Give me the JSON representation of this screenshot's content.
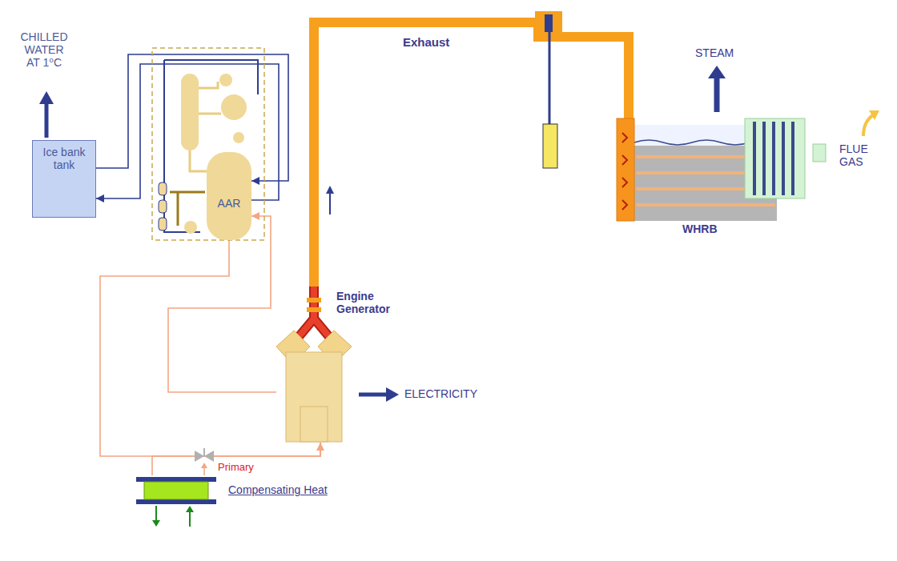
{
  "diagram": {
    "nodes": [
      {
        "text": [
          "Ice bank tank"
        ]
      },
      {
        "text": [
          "AAR"
        ]
      },
      {
        "text": [
          "Engine Generator"
        ]
      },
      {
        "text": [
          "WHRB"
        ]
      },
      {
        "text": [
          "Compensating Heat"
        ]
      }
    ],
    "edges": [
      {
        "from": 0,
        "to": 1,
        "arrow": "to"
      },
      {
        "from": 1,
        "to": 0,
        "arrow": "to"
      },
      {
        "from": 2,
        "to": 1,
        "arrow": "to"
      },
      {
        "from": 1,
        "to": 2,
        "arrow": "none"
      },
      {
        "from": 4,
        "to": 2,
        "arrow": "to"
      },
      {
        "from": 2,
        "to": 3,
        "arrow": "none",
        "label": "Exhaust"
      }
    ],
    "labels": [
      "CHILLED WATER AT 1⁰C",
      "STEAM",
      "FLUE GAS",
      "ELECTRICITY",
      "Primary"
    ]
  }
}
